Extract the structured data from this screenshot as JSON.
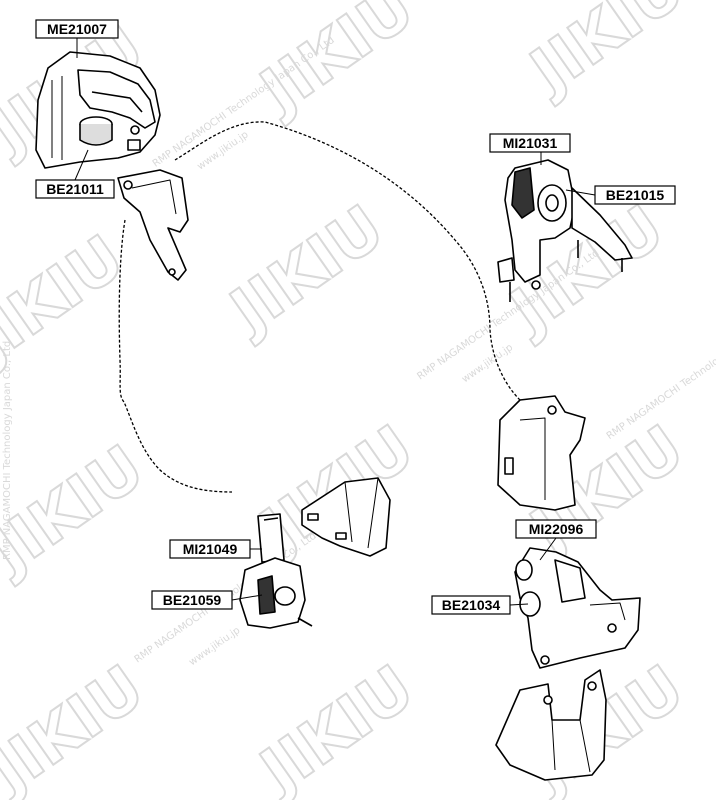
{
  "diagram": {
    "part_labels": [
      "ME21007",
      "BE21011",
      "MI21031",
      "BE21015",
      "MI21049",
      "BE21059",
      "MI22096",
      "BE21034"
    ]
  },
  "watermark": {
    "brand": "JIKIU",
    "company": "RMP NAGAMOCHI Technology Japan Co., Ltd",
    "url": "www.jikiu.jp"
  },
  "colors": {
    "line": "#000000",
    "watermark": "#d9d9d9",
    "background": "#ffffff"
  }
}
